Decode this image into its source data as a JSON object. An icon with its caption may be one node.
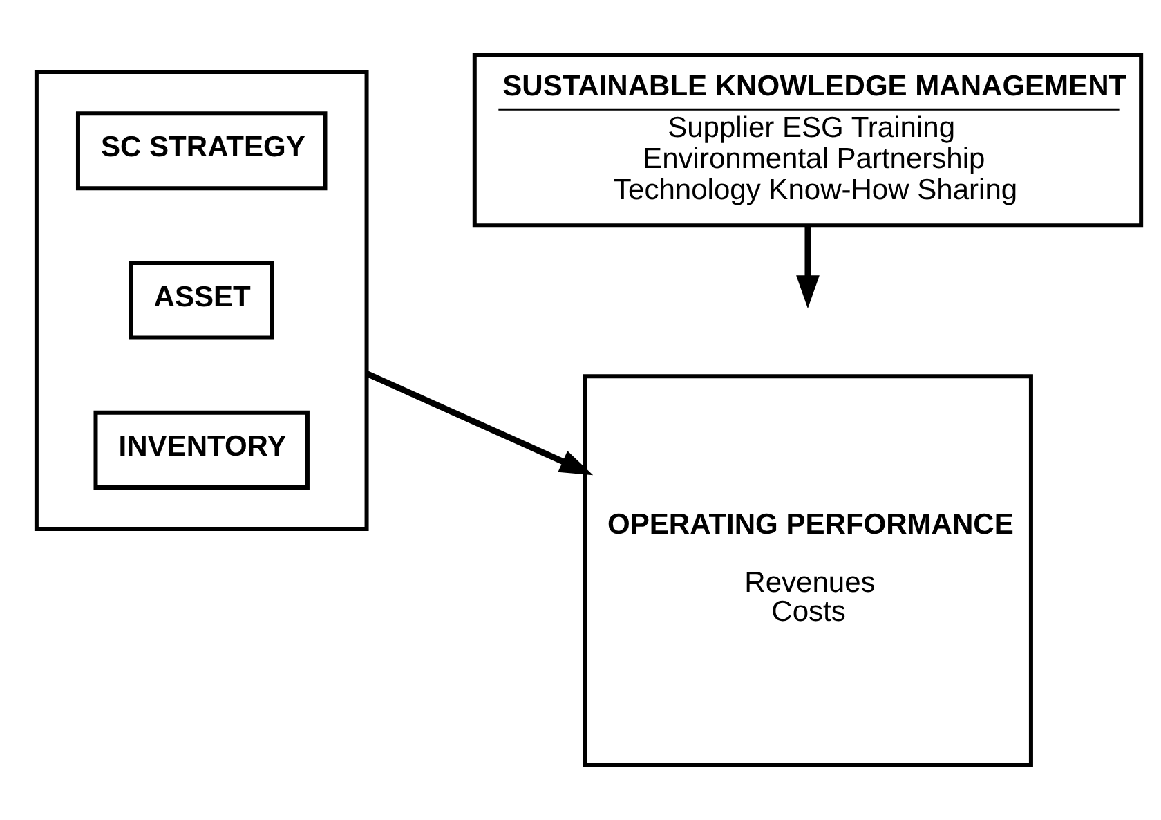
{
  "diagram": {
    "nodes": [
      {
        "text": [
          "SUSTAINABLE KNOWLEDGE MANAGEMENT",
          "Supplier ESG Training",
          "Environmental Partnership",
          "Technology Know-How Sharing"
        ]
      },
      {
        "text": [],
        "shape": "box"
      },
      {
        "text": [
          "SC STRATEGY"
        ],
        "in": 1
      },
      {
        "text": [
          "ASSET"
        ],
        "in": 1
      },
      {
        "text": [
          "INVENTORY"
        ],
        "in": 1
      },
      {
        "text": [
          "OPERATING PERFORMANCE",
          "Revenues",
          "Costs"
        ]
      }
    ],
    "edges": [
      {
        "from": 0,
        "to": null,
        "arrow": "to"
      },
      {
        "from": 1,
        "to": 5,
        "arrow": "to"
      }
    ]
  }
}
